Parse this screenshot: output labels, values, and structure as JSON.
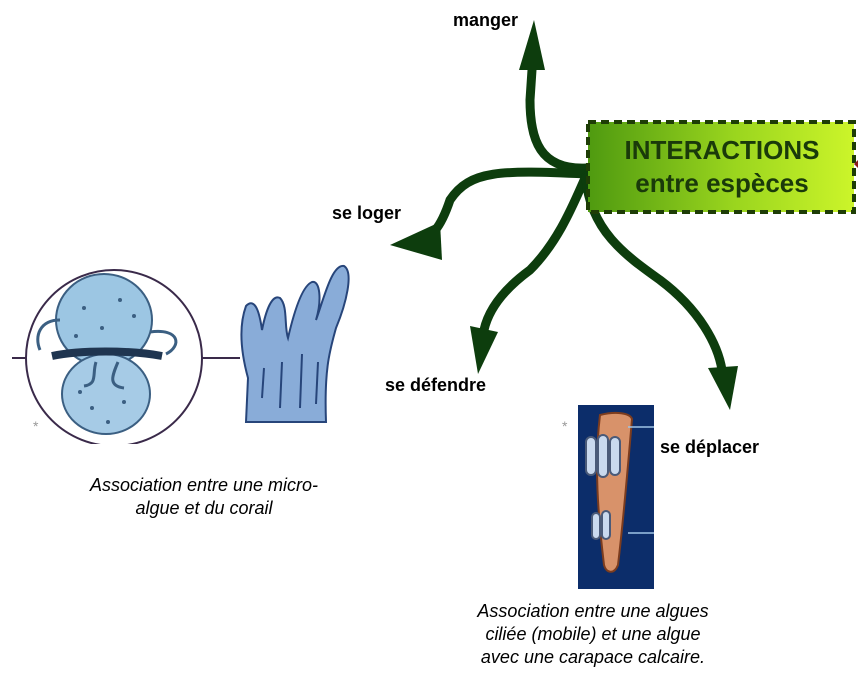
{
  "center": {
    "line1": "INTERACTIONS",
    "line2": "entre espèces"
  },
  "branches": {
    "manger": "manger",
    "loger": "se loger",
    "defendre": "se défendre",
    "deplacer": "se déplacer"
  },
  "illustrations": {
    "left": {
      "star": "*",
      "caption_line1": "Association entre une micro-",
      "caption_line2": "algue et du corail"
    },
    "right": {
      "star": "*",
      "caption_line1": "Association entre une algues",
      "caption_line2": "ciliée (mobile) et une algue",
      "caption_line3": "avec une carapace calcaire."
    }
  },
  "colors": {
    "branch": "#0d3d0d",
    "node_gradient_left": "#4f9a10",
    "node_gradient_right": "#ccf52a",
    "node_border": "#1e3d06",
    "micro_alga": "#9cc6e3",
    "coral": "#89acd8",
    "cell_panel": "#0c2d6a",
    "shell": "#d8926a"
  },
  "icons": [
    "arrow-head-icon",
    "micro-alga-icon",
    "coral-icon",
    "ciliate-cell-icon"
  ]
}
